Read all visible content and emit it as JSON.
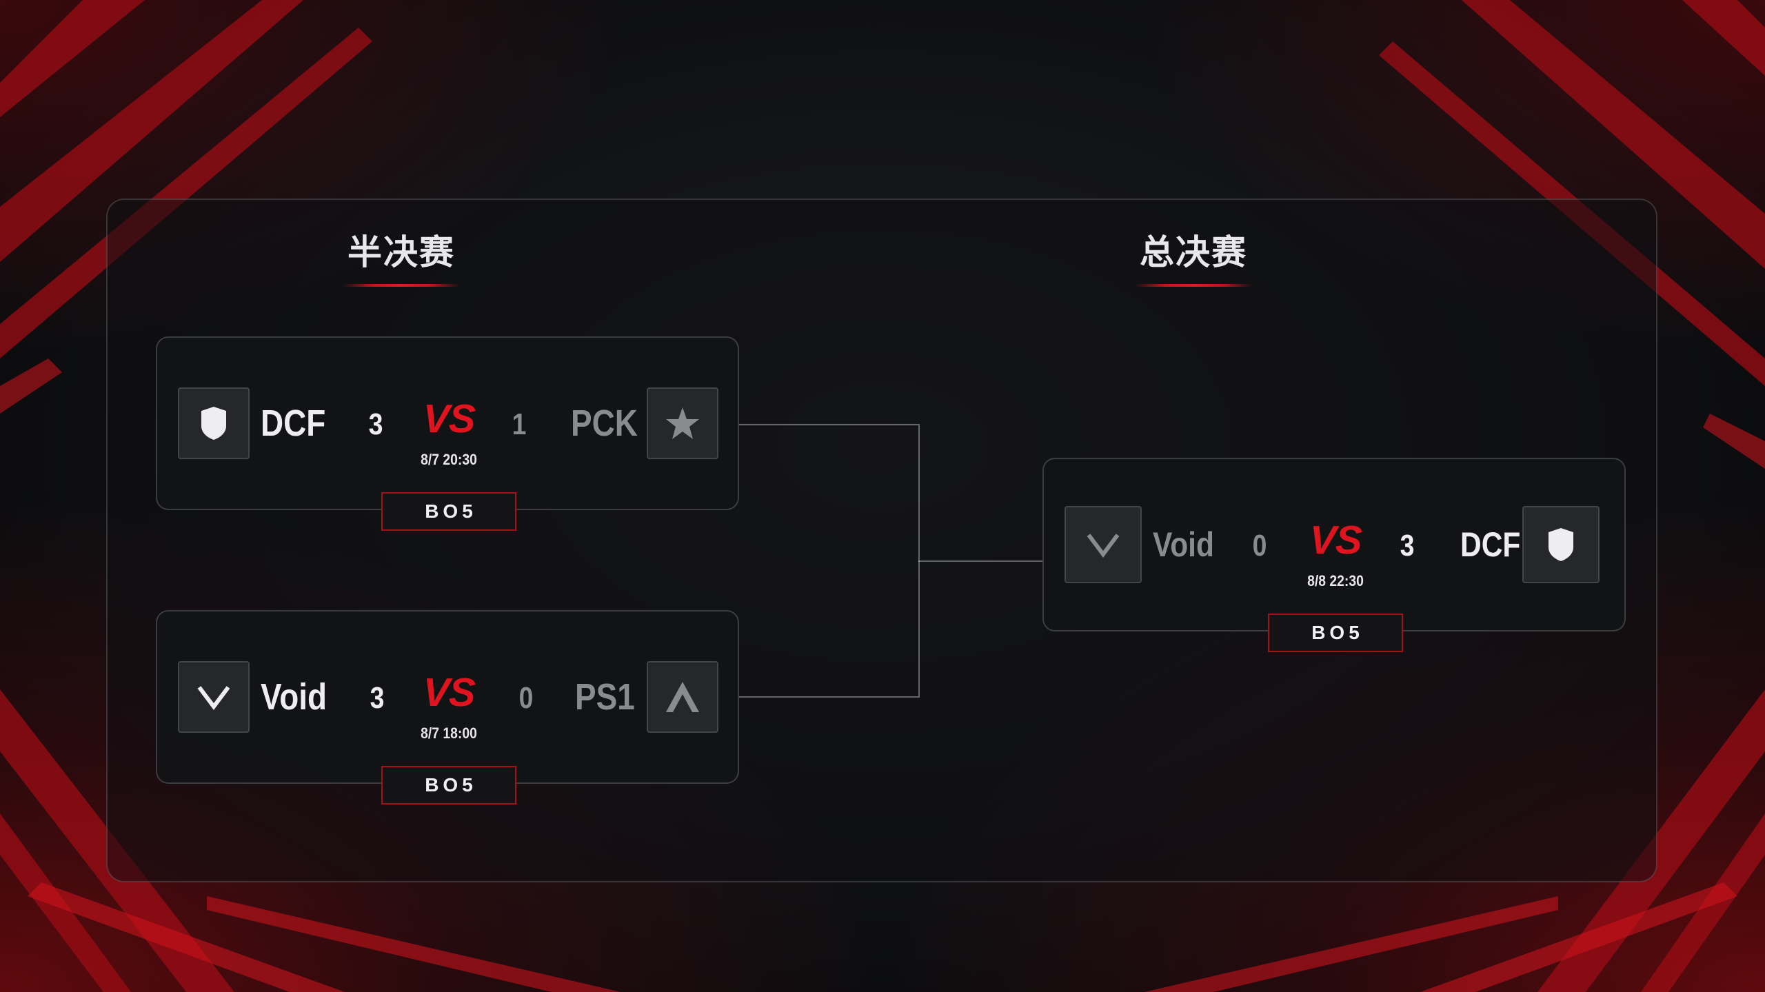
{
  "rounds": {
    "semifinal_title": "半决赛",
    "final_title": "总决赛"
  },
  "matches": [
    {
      "team1": {
        "name": "DCF",
        "logo_icon": "shield-icon",
        "score": "3",
        "winner": true
      },
      "team2": {
        "name": "PCK",
        "logo_icon": "star-icon",
        "score": "1",
        "winner": false
      },
      "vs_label": "VS",
      "time": "8/7 20:30",
      "format": "BO5"
    },
    {
      "team1": {
        "name": "Void",
        "logo_icon": "chevron-v-icon",
        "score": "3",
        "winner": true
      },
      "team2": {
        "name": "PS1",
        "logo_icon": "arrow-a-icon",
        "score": "0",
        "winner": false
      },
      "vs_label": "VS",
      "time": "8/7 18:00",
      "format": "BO5"
    },
    {
      "team1": {
        "name": "Void",
        "logo_icon": "chevron-v-icon",
        "score": "0",
        "winner": false
      },
      "team2": {
        "name": "DCF",
        "logo_icon": "shield-icon",
        "score": "3",
        "winner": true
      },
      "vs_label": "VS",
      "time": "8/8 22:30",
      "format": "BO5"
    }
  ],
  "colors": {
    "accent_red": "#e0141e",
    "winner_text": "#eeeef0",
    "loser_text": "#8a8b8e",
    "background": "#121316"
  }
}
